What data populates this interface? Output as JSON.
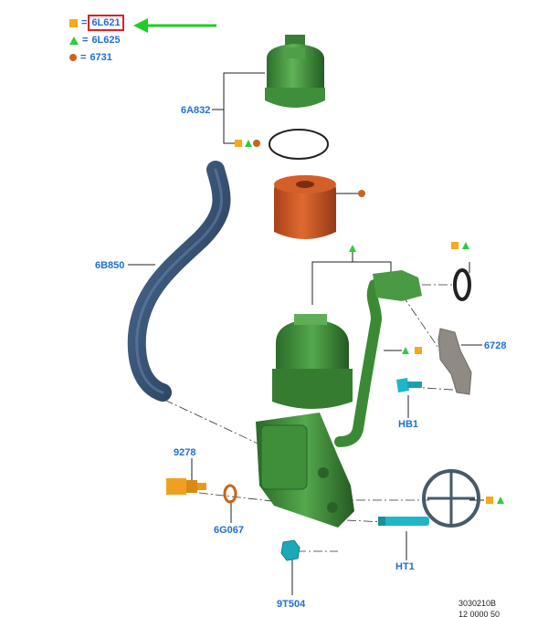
{
  "legend": [
    {
      "symbol": "square-icon",
      "code": "6L621",
      "highlighted": true
    },
    {
      "symbol": "triangle-icon",
      "code": "6L625",
      "highlighted": false
    },
    {
      "symbol": "dot-icon",
      "code": "6731",
      "highlighted": false
    }
  ],
  "colors": {
    "label_blue": "#1f6fd1",
    "square_orange": "#f7a81b",
    "triangle_green": "#2ecc40",
    "dot_brown": "#c8641e",
    "arrow_green": "#22cc22",
    "highlight_red": "#e31e24",
    "housing_green": "#3f8f3a",
    "filter_orange": "#c8501e",
    "hose_blue": "#2f4a6b",
    "bracket_grey": "#8f8a84",
    "bolt_cyan": "#1fb6c8",
    "sensor_orange": "#f0a020"
  },
  "parts": {
    "cap": "6A832",
    "hose": "6B850",
    "bracket": "6728",
    "bolt": "HB1",
    "sensor": "9278",
    "sensor_seal": "6G067",
    "plug": "9T504",
    "tube": "HT1"
  },
  "ref_number": "3030210B",
  "ref_number_cut": "12 0000 50"
}
